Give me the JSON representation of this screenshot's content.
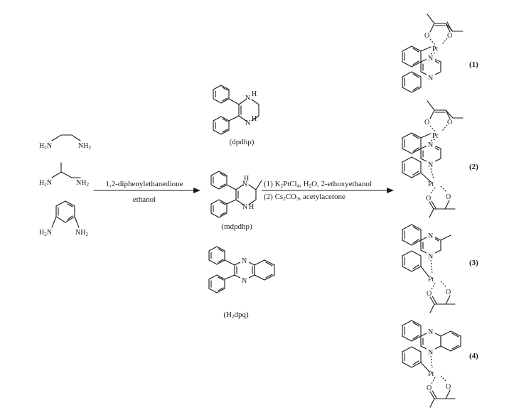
{
  "reactants": {
    "ethylenediamine": {
      "n_left": "H",
      "n_left_sub": "2",
      "n_left_N": "N",
      "n_right": "NH",
      "n_right_sub": "2"
    },
    "propylenediamine": {
      "n_left": "H",
      "n_left_sub": "2",
      "n_left_N": "N",
      "n_right": "NH",
      "n_right_sub": "2"
    },
    "phenylenediamine": {
      "n_left": "H",
      "n_left_sub": "2",
      "n_left_N": "N",
      "n_right": "NH",
      "n_right_sub": "2"
    }
  },
  "step1": {
    "line1": "1,2-diphenylethanedione",
    "line2": "ethanol"
  },
  "step2": {
    "line1_a": "(1) K",
    "line1_b": "2",
    "line1_c": "PtCl",
    "line1_d": "4",
    "line1_e": ", H",
    "line1_f": "2",
    "line1_g": "O, 2-ethoxyethanol",
    "line2_a": "(2) Cs",
    "line2_b": "2",
    "line2_c": "CO",
    "line2_d": "3",
    "line2_e": ", acetylacetone"
  },
  "ligands": {
    "dpdhp": {
      "caption": "(dpdhp)",
      "nh": "H",
      "n": "N"
    },
    "mdpdhp": {
      "caption": "(mdpdhp)",
      "nh": "H",
      "n": "N"
    },
    "h2dpq": {
      "caption_a": "(H",
      "caption_b": "2",
      "caption_c": "dpq)",
      "n": "N"
    }
  },
  "complexes": [
    {
      "label": "(1)",
      "metal": "Pt",
      "o": "O",
      "n": "N"
    },
    {
      "label": "(2)",
      "metal": "Pt",
      "o": "O",
      "n": "N"
    },
    {
      "label": "(3)",
      "metal": "Pt",
      "o": "O",
      "n": "N"
    },
    {
      "label": "(4)",
      "metal": "Pt",
      "o": "O",
      "n": "N"
    }
  ],
  "colors": {
    "ink": "#1a1a1a",
    "background": "#ffffff"
  }
}
